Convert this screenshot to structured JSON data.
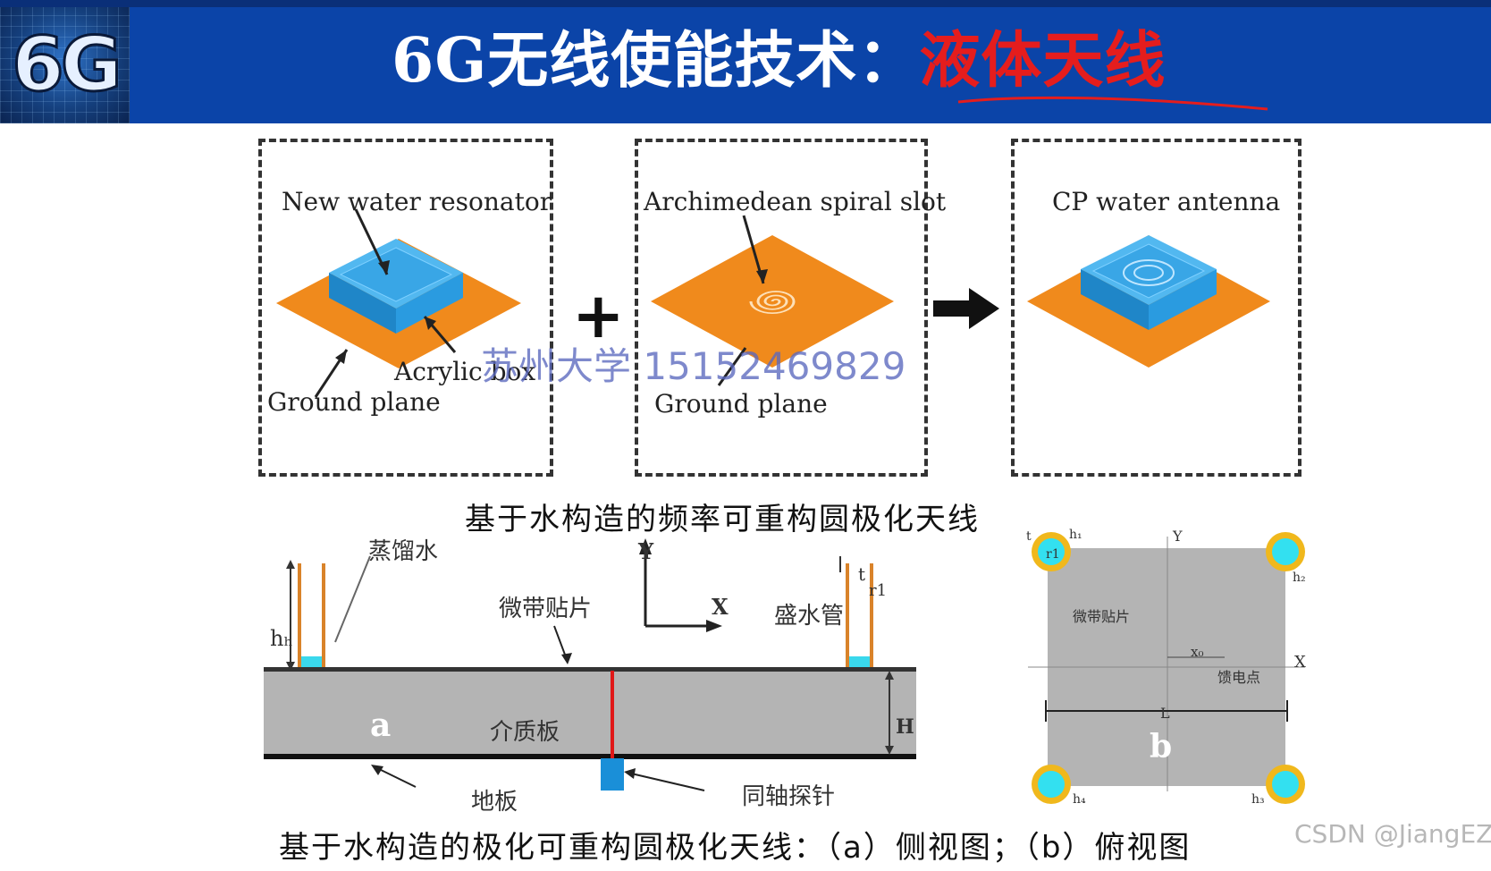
{
  "header": {
    "logo_text": "6G",
    "title_prefix": "6G无线使能技术：",
    "title_highlight": "液体天线"
  },
  "watermark": "苏州大学 15152469829",
  "csdn_watermark": "CSDN @JiangEZ",
  "panels": {
    "p1": {
      "top_label": "New water resonator",
      "acrylic_label": "Acrylic box",
      "ground_label": "Ground plane"
    },
    "p2": {
      "top_label": "Archimedean spiral slot",
      "ground_label": "Ground plane"
    },
    "p3": {
      "top_label": "CP water antenna"
    },
    "plus": "+"
  },
  "captions": {
    "top": "基于水构造的频率可重构圆极化天线",
    "bottom": "基于水构造的极化可重构圆极化天线：（a）侧视图；（b）俯视图"
  },
  "diagram_a": {
    "distilled_water": "蒸馏水",
    "microstrip_patch": "微带贴片",
    "water_tube": "盛水管",
    "substrate": "介质板",
    "ground_plate": "地板",
    "coax_probe": "同轴探针",
    "panel_letter": "a",
    "axis_y": "Y",
    "axis_x": "X",
    "h_label": "hₕ",
    "t_label": "t",
    "r_label": "r1",
    "H_label": "H"
  },
  "diagram_b": {
    "patch_label": "微带贴片",
    "feed_point": "馈电点",
    "panel_letter": "b",
    "axis_y": "Y",
    "axis_x": "X",
    "x0": "x₀",
    "L": "L",
    "h1": "h₁",
    "h2": "h₂",
    "h3": "h₃",
    "h4": "h₄",
    "t": "t",
    "r1": "r1"
  },
  "colors": {
    "header_bg": "#0b44a8",
    "highlight_red": "#e51d1d",
    "orange_plane": "#f08a1c",
    "water_blue": "#2a9be0",
    "substrate_gray": "#b4b4b4",
    "water_cyan": "#33e0f0",
    "ring_gold": "#f0b81c"
  }
}
